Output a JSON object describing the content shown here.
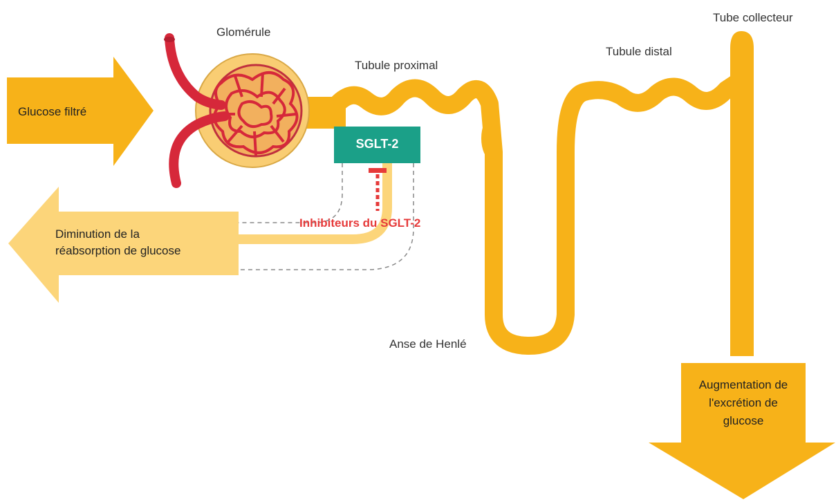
{
  "labels": {
    "glomerule": "Glomérule",
    "tubule_proximal": "Tubule proximal",
    "tubule_distal": "Tubule distal",
    "tube_collecteur": "Tube collecteur",
    "anse_henle": "Anse de Henlé",
    "sglt2": "SGLT-2",
    "inhibiteurs": "Inhibiteurs du SGLT-2"
  },
  "arrows": {
    "glucose_filtre": "Glucose filtré",
    "diminution_line1": "Diminution de la",
    "diminution_line2": "réabsorption de glucose",
    "augmentation_line1": "Augmentation de",
    "augmentation_line2": "l'excrétion de",
    "augmentation_line3": "glucose"
  },
  "colors": {
    "tubule": "#f7b219",
    "arrow": "#f7b219",
    "arrow_light": "#fcd57a",
    "reabsorption_band": "#fcd57a",
    "glomerulus_capsule": "#f9cd73",
    "vessel": "#d6283a",
    "sglt2_box": "#1ba088",
    "inhibitor": "#e63a3a"
  }
}
